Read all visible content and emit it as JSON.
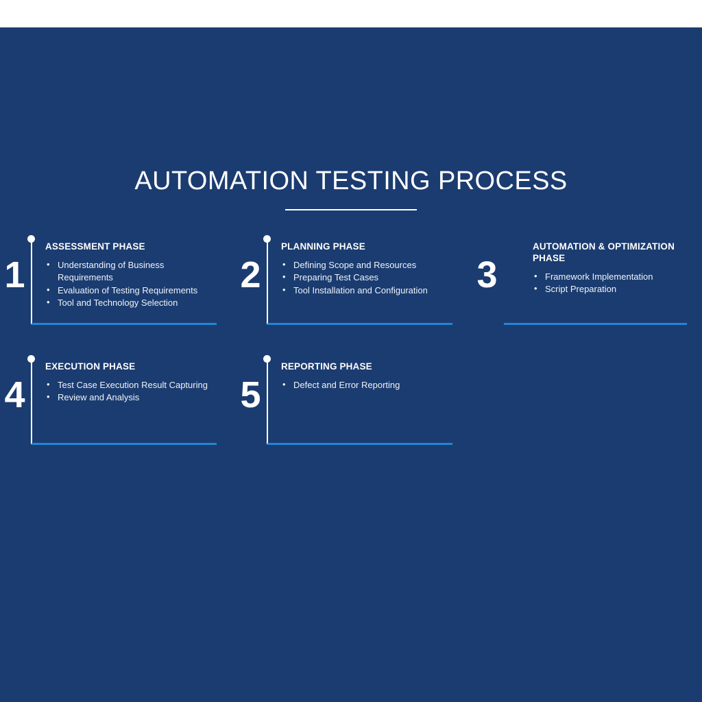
{
  "slide": {
    "title": "AUTOMATION TESTING PROCESS",
    "background_color": "#1b3c70",
    "accent_color": "#2286d4",
    "text_color": "#ffffff"
  },
  "phases": [
    {
      "number": "1",
      "title": "ASSESSMENT PHASE",
      "bullets": [
        "Understanding of Business Requirements",
        "Evaluation of Testing Requirements",
        "Tool and Technology Selection"
      ]
    },
    {
      "number": "2",
      "title": "PLANNING PHASE",
      "bullets": [
        "Defining Scope and Resources",
        "Preparing Test Cases",
        "Tool Installation and Configuration"
      ]
    },
    {
      "number": "3",
      "title": "AUTOMATION & OPTIMIZATION PHASE",
      "bullets": [
        "Framework Implementation",
        "Script Preparation"
      ]
    },
    {
      "number": "4",
      "title": "EXECUTION PHASE",
      "bullets": [
        "Test Case Execution Result Capturing",
        "Review and Analysis"
      ]
    },
    {
      "number": "5",
      "title": "REPORTING PHASE",
      "bullets": [
        "Defect and Error Reporting"
      ]
    }
  ]
}
